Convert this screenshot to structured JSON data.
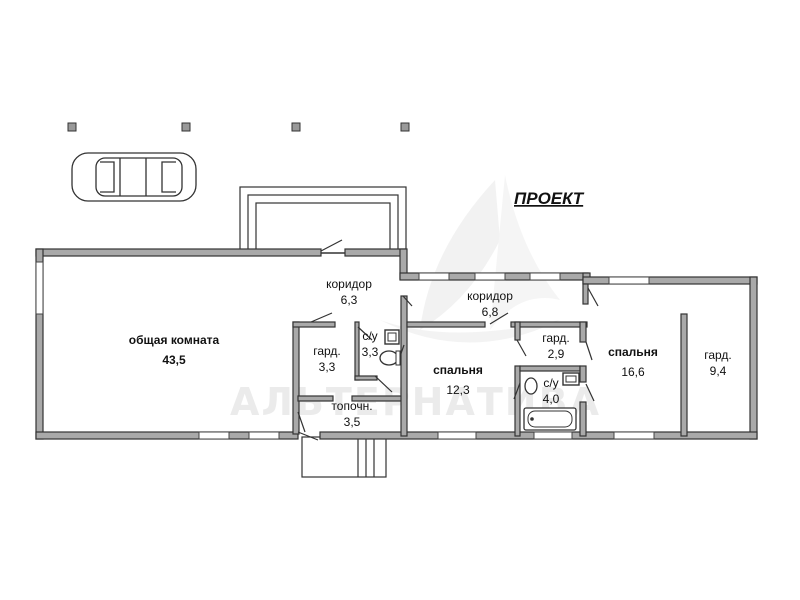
{
  "title": "ПРОЕКТ",
  "watermark": "АЛЬТЕРНАТИВА",
  "colors": {
    "wall": "#a9a9a9",
    "line": "#333333",
    "watermark": "#dcdcdc"
  },
  "rooms": [
    {
      "name": "общая комната",
      "area": "43,5"
    },
    {
      "name": "коридор",
      "area": "6,3"
    },
    {
      "name": "коридор",
      "area": "6,8"
    },
    {
      "name": "гард.",
      "area": "3,3"
    },
    {
      "name": "с/у",
      "area": "3,3"
    },
    {
      "name": "спальня",
      "area": "12,3"
    },
    {
      "name": "гард.",
      "area": "2,9"
    },
    {
      "name": "с/у",
      "area": "4,0"
    },
    {
      "name": "спальня",
      "area": "16,6"
    },
    {
      "name": "гард.",
      "area": "9,4"
    },
    {
      "name": "топочн.",
      "area": "3,5"
    }
  ],
  "icons": [
    "car-icon",
    "toilet-icon",
    "sink-icon",
    "bathtub-icon",
    "column-marker-icon",
    "watermark-logo-icon"
  ]
}
